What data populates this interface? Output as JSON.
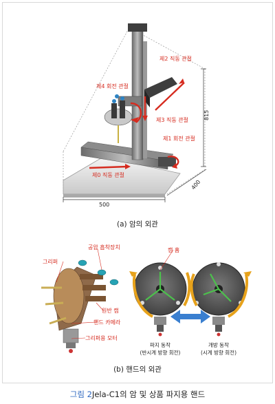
{
  "figure_a": {
    "caption": "(a) 암의 외관",
    "labels": {
      "joint2": "제2 직동 관절",
      "joint4": "제4 회전 관절",
      "joint3": "제3 직동 관절",
      "joint1": "제1 회전 관절",
      "joint0": "제0 직동 관절"
    },
    "dimensions": {
      "height": "815",
      "depth": "400",
      "width": "500"
    }
  },
  "figure_b": {
    "caption": "(b) 핸드의 외관",
    "labels": {
      "suction": "공압 흡착장치",
      "gripper": "그리퍼",
      "cam_groove": "캠 홈",
      "disc_cam": "원반 캠",
      "hand_camera": "핸드 카메라",
      "gripper_motor": "그리퍼용 모터",
      "grip_action": "파지 동작",
      "grip_dir": "(반시계 방향 회전)",
      "open_action": "개방 동작",
      "open_dir": "(시계 방향 회전)"
    }
  },
  "caption": {
    "number": "그림 2",
    "text": "Jela-C1의 암 및 상품 파지용 핸드"
  },
  "colors": {
    "label_red": "#d62b1f",
    "caption_blue": "#2f68c0",
    "arrow_blue": "#3a7fd0"
  }
}
